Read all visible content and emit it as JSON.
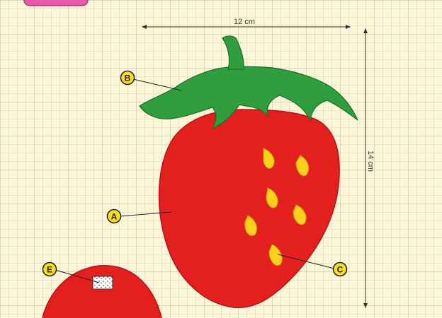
{
  "title_tab": {
    "label": "",
    "color": "#e65aa8"
  },
  "dimensions": {
    "width_label": "12 cm",
    "height_label": "14 cm"
  },
  "markers": {
    "a": "A",
    "b": "B",
    "c": "C",
    "e": "E"
  },
  "colors": {
    "paper": "#fbf7d6",
    "grid": "#d6d3bd",
    "berry_red": "#e4201f",
    "leaf_green": "#2f9e3e",
    "seed_yellow": "#f8d11a",
    "marker_fill": "#f8df23"
  }
}
